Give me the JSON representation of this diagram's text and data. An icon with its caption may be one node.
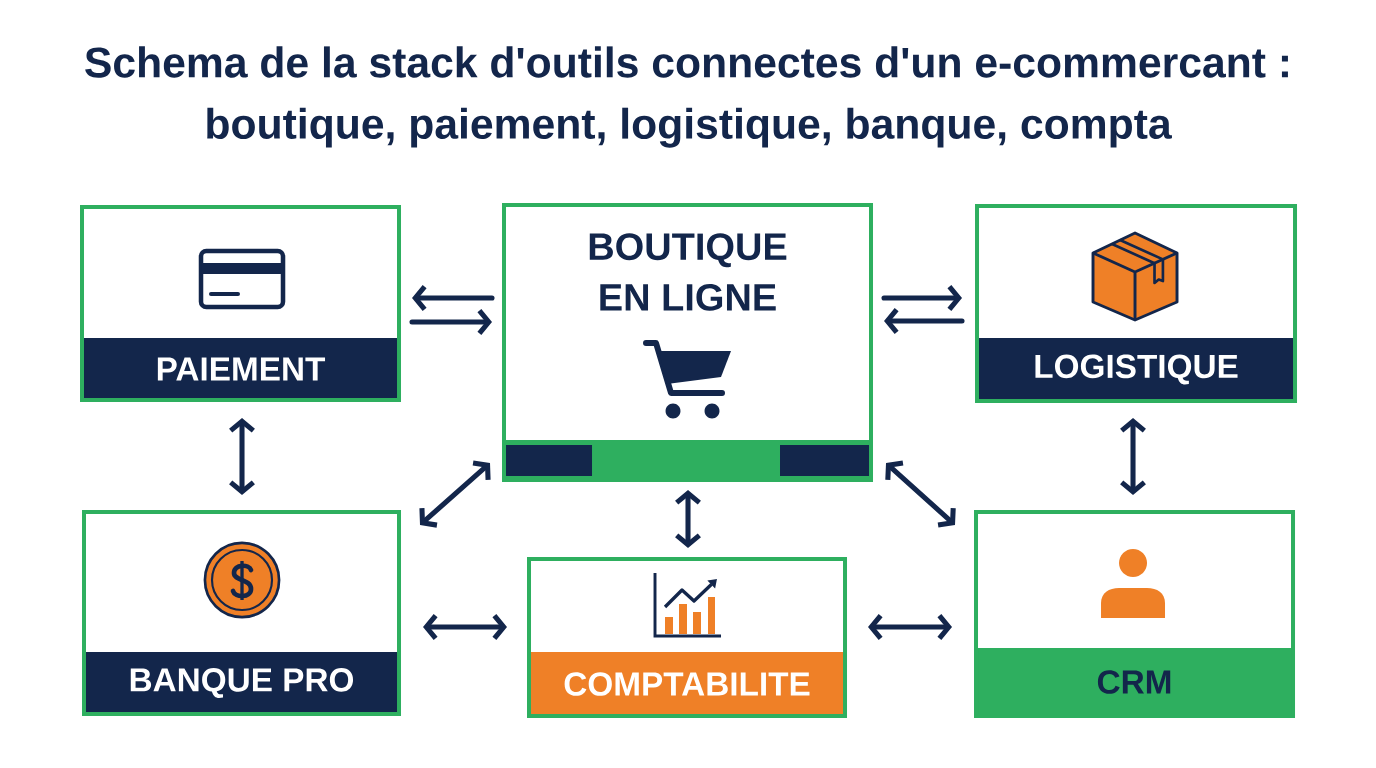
{
  "diagram": {
    "title": "Schema de la stack d'outils connectes d'un e-commercant : boutique, paiement, logistique, banque, compta",
    "nodes": [
      {
        "text": [
          "PAIEMENT"
        ]
      },
      {
        "text": [
          "BOUTIQUE EN LIGNE"
        ]
      },
      {
        "text": [
          "LOGISTIQUE"
        ]
      },
      {
        "text": [
          "BANQUE PRO"
        ]
      },
      {
        "text": [
          "COMPTABILITE"
        ]
      },
      {
        "text": [
          "CRM"
        ]
      }
    ],
    "edges": [
      {
        "from": 1,
        "to": 0,
        "arrow": "to"
      },
      {
        "from": 0,
        "to": 1,
        "arrow": "to"
      },
      {
        "from": 1,
        "to": 2,
        "arrow": "to"
      },
      {
        "from": 2,
        "to": 1,
        "arrow": "to"
      },
      {
        "from": 0,
        "to": 3,
        "arrow": "both"
      },
      {
        "from": 2,
        "to": 5,
        "arrow": "both"
      },
      {
        "from": 1,
        "to": 3,
        "arrow": "both"
      },
      {
        "from": 1,
        "to": 4,
        "arrow": "both"
      },
      {
        "from": 1,
        "to": 5,
        "arrow": "both"
      },
      {
        "from": 3,
        "to": 4,
        "arrow": "both"
      },
      {
        "from": 4,
        "to": 5,
        "arrow": "both"
      }
    ]
  }
}
